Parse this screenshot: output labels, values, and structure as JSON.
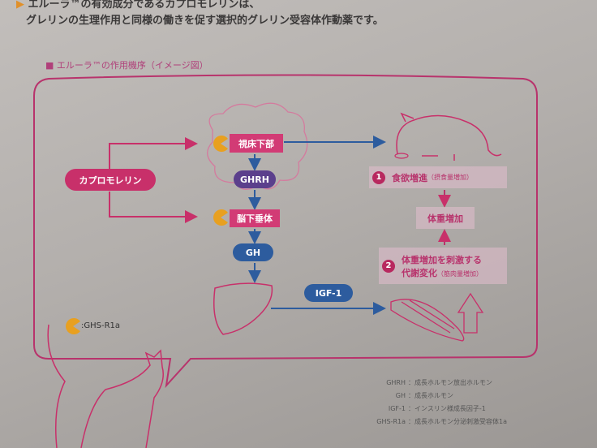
{
  "intro": {
    "line1": "エルーラ™の有効成分であるカプロモレリンは、",
    "line2": "グレリンの生理作用と同様の働きを促す選択的グレリン受容体作動薬です。"
  },
  "section_title": "■ エルーラ™の作用機序（イメージ図）",
  "diagram": {
    "drug": "カプロモレリン",
    "hypothalamus": "視床下部",
    "ghrh": "GHRH",
    "pituitary": "脳下垂体",
    "gh": "GH",
    "igf1": "IGF-1",
    "receptor_label": ":GHS-R1a",
    "effect1_num": "1",
    "effect1": "食欲増進",
    "effect1_note": "（摂食量増加）",
    "weight_gain": "体重増加",
    "effect2_num": "2",
    "effect2_line1": "体重増加を刺激する",
    "effect2_line2": "代謝変化",
    "effect2_note": "（筋肉量増加）",
    "colors": {
      "magenta": "#c8306a",
      "purple": "#5b3f8c",
      "blue": "#2d5c9e"
    }
  },
  "glossary": [
    {
      "term": "GHRH",
      "desc": "：成長ホルモン放出ホルモン"
    },
    {
      "term": "GH",
      "desc": "：成長ホルモン"
    },
    {
      "term": "IGF-1",
      "desc": "：インスリン様成長因子-1"
    },
    {
      "term": "GHS-R1a",
      "desc": "：成長ホルモン分泌刺激受容体1a"
    }
  ]
}
